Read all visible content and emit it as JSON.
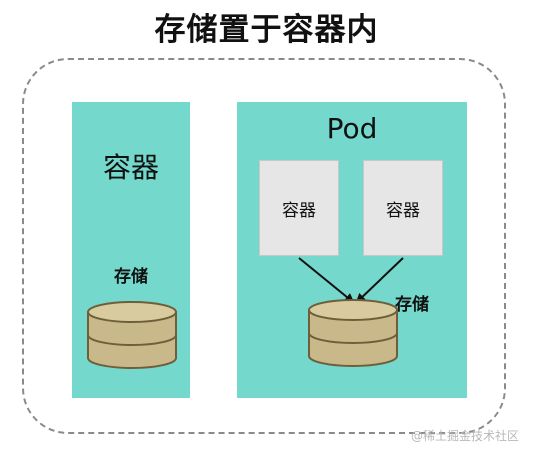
{
  "title": "存储置于容器内",
  "left": {
    "container_label": "容器",
    "storage_label": "存储"
  },
  "pod": {
    "label": "Pod",
    "containers": [
      "容器",
      "容器"
    ],
    "storage_label": "存储"
  },
  "watermark": "@稀土掘金技术社区",
  "colors": {
    "panel": "#74d8cc",
    "container_box": "#e6e6e6",
    "disk": "#c9b98a",
    "border_dashed": "#8a8a8a"
  }
}
